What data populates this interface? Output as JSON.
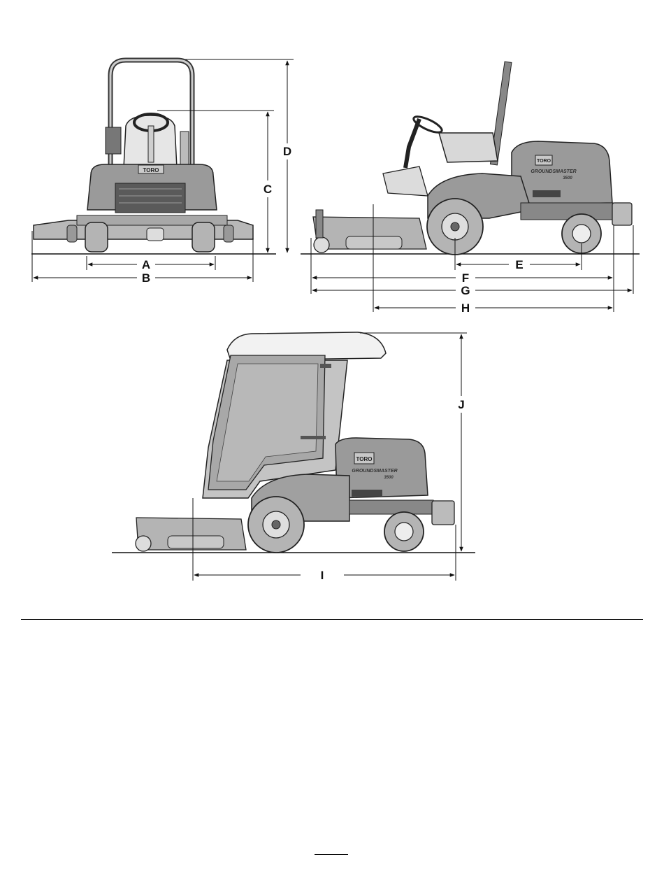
{
  "figure": {
    "brand_label": "TORO",
    "model_label": "GROUNDSMASTER",
    "model_number": "3500",
    "dimensions": {
      "A": "A",
      "B": "B",
      "C": "C",
      "D": "D",
      "E": "E",
      "F": "F",
      "G": "G",
      "H": "H",
      "I": "I",
      "J": "J"
    },
    "colors": {
      "body": "#9a9a9a",
      "body_light": "#c4c4c4",
      "tire": "#b4b4b4",
      "line": "#111111"
    }
  }
}
